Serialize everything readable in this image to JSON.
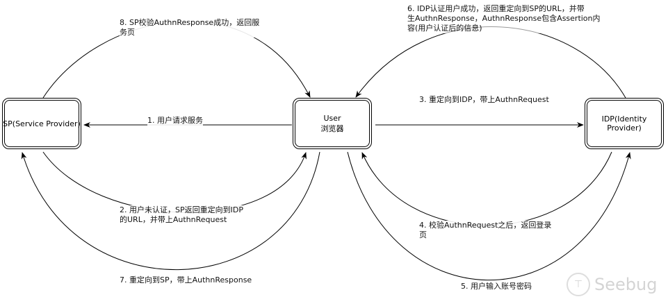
{
  "nodes": {
    "sp": "SP(Service Provider)",
    "user_line1": "User",
    "user_line2": "浏览器",
    "idp": "IDP(Identity\nProvider)"
  },
  "edges": {
    "e1": "1. 用户请求服务",
    "e2": "2. 用户未认证，SP返回重定向到IDP\n的URL，并带上AuthnRequest",
    "e3": "3. 重定向到IDP，带上AuthnRequest",
    "e4": "4. 校验AuthnRequest之后，返回登录\n页",
    "e5": "5. 用户输入账号密码",
    "e6": "6. IDP认证用户成功，返回重定向到SP的URL，并带\n生AuthnResponse，AuthnResponse包含Assertion内\n容(用户认证后的信息)",
    "e7": "7. 重定向到SP，带上AuthnResponse",
    "e8": "8. SP校验AuthnResponse成功，返回服\n务页"
  },
  "watermark": "Seebug"
}
